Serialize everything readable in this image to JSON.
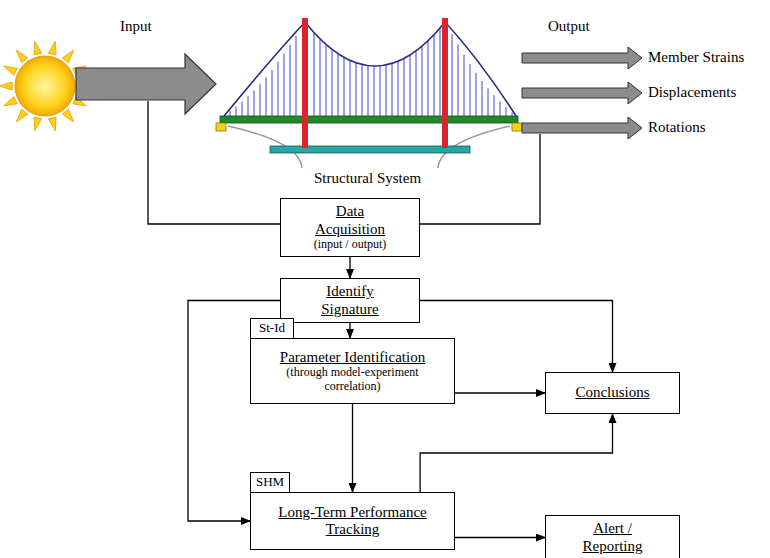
{
  "diagram": {
    "nodes": [
      {
        "text": [
          "Data Acquisition",
          "(input / output)"
        ]
      },
      {
        "text": [
          "Identify Signature"
        ]
      },
      {
        "text": [
          "St-Id"
        ]
      },
      {
        "text": [
          "Parameter Identification",
          "(through model-experiment correlation)"
        ]
      },
      {
        "text": [
          "Conclusions"
        ]
      },
      {
        "text": [
          "SHM"
        ]
      },
      {
        "text": [
          "Long-Term Performance Tracking"
        ]
      },
      {
        "text": [
          "Alert / Reporting"
        ]
      }
    ],
    "edges": [
      {
        "from": 0,
        "to": 1,
        "arrow": "to"
      },
      {
        "from": 1,
        "to": 3,
        "arrow": "to"
      },
      {
        "from": 1,
        "to": 4,
        "arrow": "to"
      },
      {
        "from": 1,
        "to": 6,
        "arrow": "to"
      },
      {
        "from": 3,
        "to": 4,
        "arrow": "to"
      },
      {
        "from": 3,
        "to": 6,
        "arrow": "to"
      },
      {
        "from": 6,
        "to": 4,
        "arrow": "to"
      },
      {
        "from": 6,
        "to": 7,
        "arrow": "to"
      }
    ],
    "labels": [
      "Input",
      "Structural System",
      "Output",
      "Member Strains",
      "Displacements",
      "Rotations"
    ]
  }
}
